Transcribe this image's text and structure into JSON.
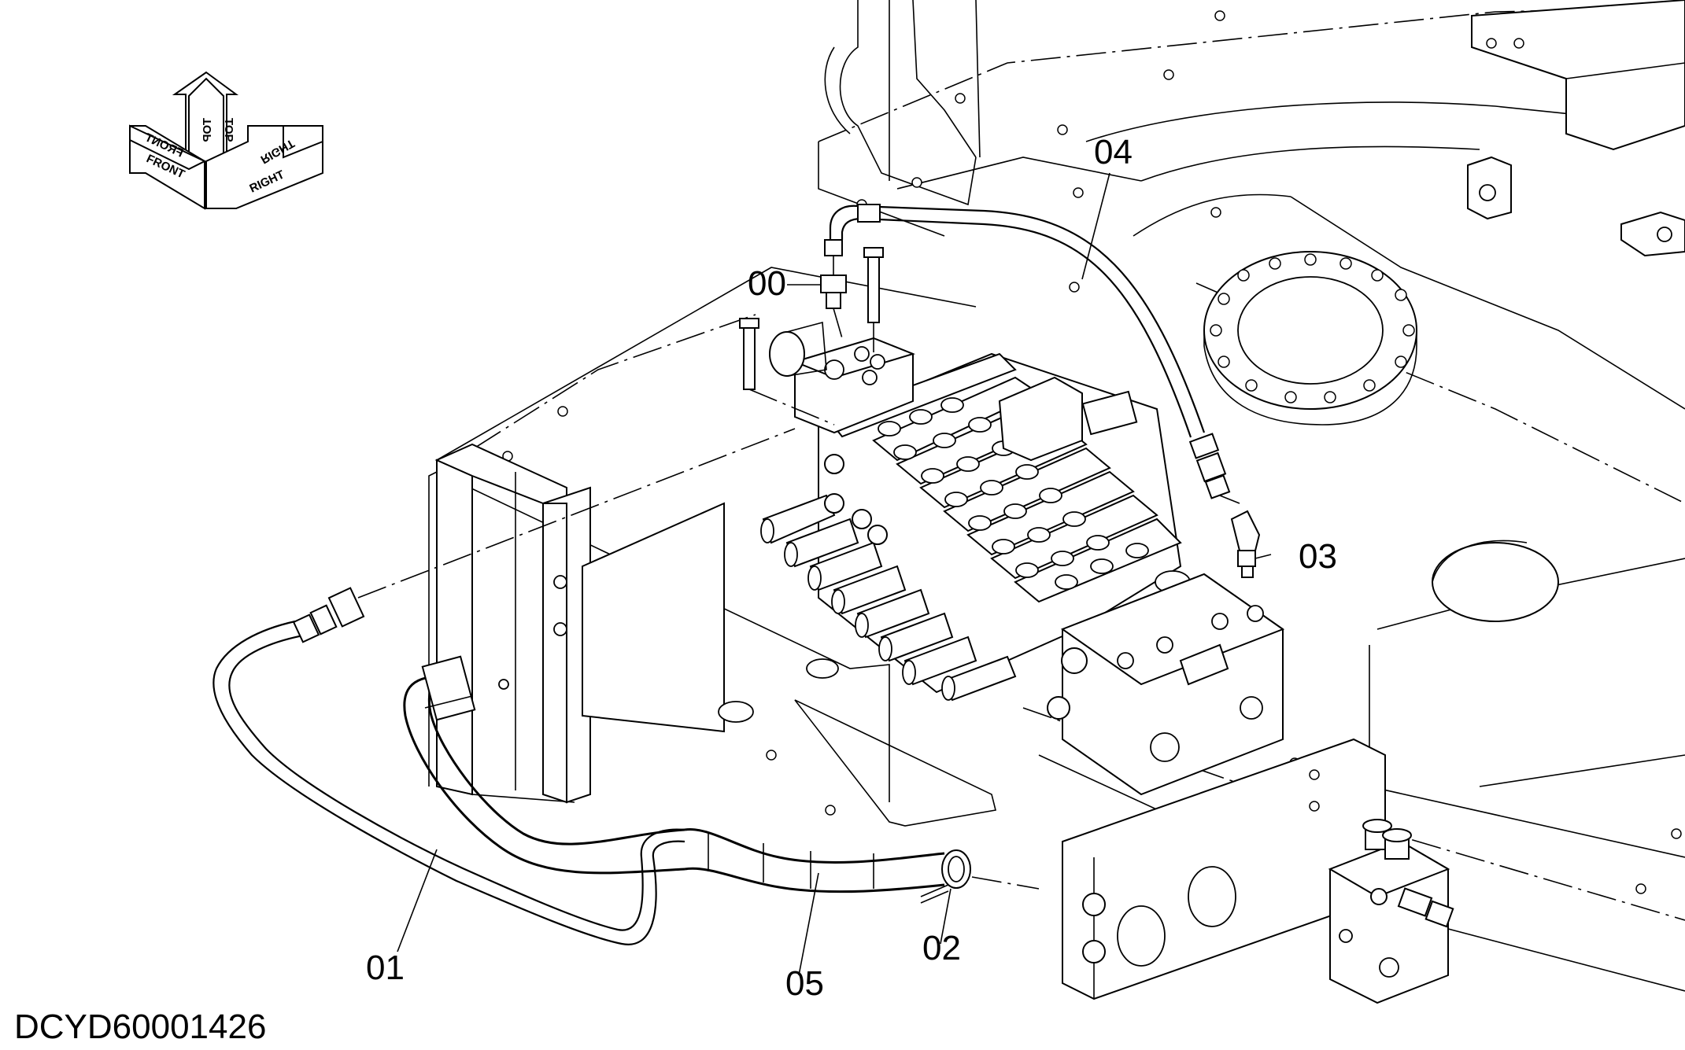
{
  "document_id": "DCYD60001426",
  "orientation_indicator": {
    "labels": [
      "FRONT",
      "FRONT",
      "TOP",
      "TOP",
      "RIGHT",
      "RIGHT"
    ]
  },
  "callouts": [
    "00",
    "01",
    "02",
    "03",
    "04",
    "05"
  ]
}
